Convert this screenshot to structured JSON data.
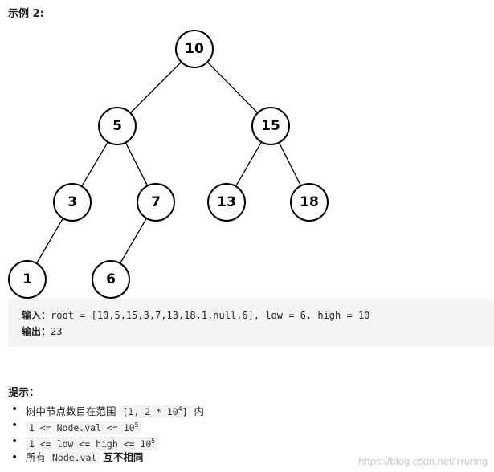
{
  "example_title": "示例 2:",
  "tree": {
    "nodes": [
      {
        "id": "n10",
        "label": "10"
      },
      {
        "id": "n5",
        "label": "5"
      },
      {
        "id": "n15",
        "label": "15"
      },
      {
        "id": "n3",
        "label": "3"
      },
      {
        "id": "n7",
        "label": "7"
      },
      {
        "id": "n13",
        "label": "13"
      },
      {
        "id": "n18",
        "label": "18"
      },
      {
        "id": "n1",
        "label": "1"
      },
      {
        "id": "n6",
        "label": "6"
      }
    ],
    "edges": [
      [
        "n10",
        "n5"
      ],
      [
        "n10",
        "n15"
      ],
      [
        "n5",
        "n3"
      ],
      [
        "n5",
        "n7"
      ],
      [
        "n15",
        "n13"
      ],
      [
        "n15",
        "n18"
      ],
      [
        "n3",
        "n1"
      ],
      [
        "n7",
        "n6"
      ]
    ]
  },
  "example": {
    "input_label": "输入：",
    "input_value": "root = [10,5,15,3,7,13,18,1,null,6], low = 6, high = 10",
    "output_label": "输出：",
    "output_value": "23"
  },
  "hints": {
    "title": "提示：",
    "item1": {
      "prefix": "树中节点数目在范围 ",
      "code": "[1, 2 * 10",
      "exp": "4",
      "code_end": "]",
      "suffix": " 内"
    },
    "item2": {
      "code": "1 <= Node.val <= 10",
      "exp": "5"
    },
    "item3": {
      "code": "1 <= low <= high <= 10",
      "exp": "5"
    },
    "item4": {
      "prefix": "所有 ",
      "code": "Node.val",
      "strong": "互不相同"
    }
  },
  "watermark": "https://blog.csdn.net/Truring"
}
